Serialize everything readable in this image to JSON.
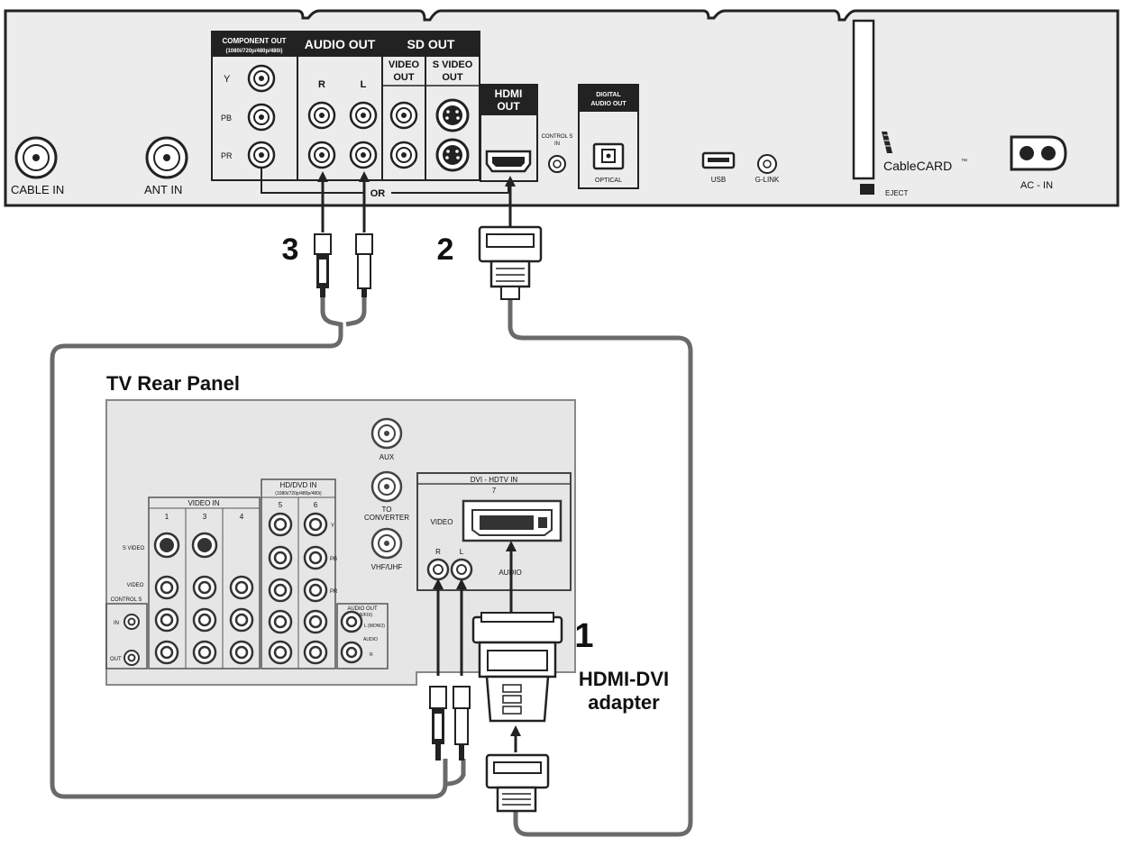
{
  "stb": {
    "ports": {
      "cable_in": "CABLE IN",
      "ant_in": "ANT IN",
      "component_out_title": "COMPONENT OUT",
      "component_out_sub": "(1080i/720p/480p/480i)",
      "comp_y": "Y",
      "comp_pb": "PB",
      "comp_pr": "PR",
      "audio_out": "AUDIO OUT",
      "audio_r": "R",
      "audio_l": "L",
      "sd_out": "SD OUT",
      "sd_video_out_1": "VIDEO",
      "sd_video_out_2": "OUT",
      "sd_svideo_out_1": "S VIDEO",
      "sd_svideo_out_2": "OUT",
      "hdmi_logo": "HDMI",
      "hdmi_out": "OUT",
      "or_label": "OR",
      "control_s_in_1": "CONTROL S",
      "control_s_in_2": "IN",
      "digital_audio_out_1": "DIGITAL",
      "digital_audio_out_2": "AUDIO OUT",
      "optical": "OPTICAL",
      "usb": "USB",
      "g_link": "G-LINK",
      "cablecard": "CableCARD",
      "cablecard_tm": "™",
      "eject": "EJECT",
      "ac_in": "AC - IN"
    }
  },
  "steps": {
    "step1": "1",
    "step2": "2",
    "step3": "3",
    "adapter_line1": "HDMI-DVI",
    "adapter_line2": "adapter"
  },
  "tv": {
    "title": "TV Rear Panel",
    "aux": "AUX",
    "to_converter_1": "TO",
    "to_converter_2": "CONVERTER",
    "vhf_uhf": "VHF/UHF",
    "dvi_hdtv_in": "DVI - HDTV IN",
    "dvi_num": "7",
    "dvi_video": "VIDEO",
    "dvi_audio": "AUDIO",
    "dvi_r": "R",
    "dvi_l": "L",
    "video_in": "VIDEO IN",
    "video_in_nums": [
      "1",
      "3",
      "4"
    ],
    "hd_dvd_in": "HD/DVD IN",
    "hd_dvd_sub": "(1080i/720p/480p/480i)",
    "hd_nums": [
      "5",
      "6"
    ],
    "hd_y": "Y",
    "hd_pb": "PB",
    "hd_pr": "PR",
    "s_video": "S VIDEO",
    "video": "VIDEO",
    "control_s": "CONTROL S",
    "ctrl_in": "IN",
    "ctrl_out": "OUT",
    "audio_out": "AUDIO OUT",
    "audio_out_sub": "(VAR/FIX)",
    "audio_l_mono": "L (MONO)",
    "audio_word": "AUDIO",
    "audio_r": "R"
  },
  "colors": {
    "panel_fill": "#ececec",
    "panel_stroke": "#222222",
    "tv_panel_fill": "#e6e6e6",
    "cable": "#6a6a6a",
    "label_dark": "#111111"
  }
}
